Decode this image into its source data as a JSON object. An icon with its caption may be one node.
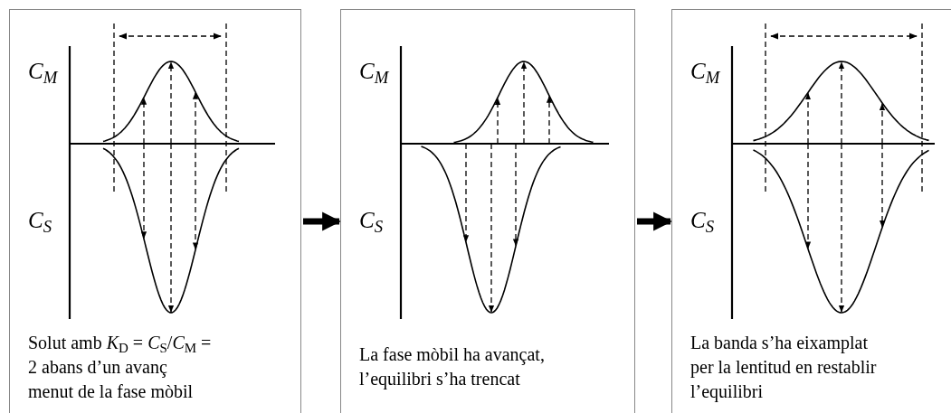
{
  "diagram": {
    "nodes": [
      {
        "text": [
          "C$_{M}$",
          "C$_{S}$",
          "Solut amb *K*$_{D}$ = *C*$_{S}$/*C*$_{M}$ = 2 abans d’un avanç menut de la fase mòbil"
        ]
      },
      {
        "text": [
          "C$_{M}$",
          "C$_{S}$",
          "La fase mòbil ha avançat, l’equilibri s’ha trencat"
        ]
      },
      {
        "text": [
          "C$_{M}$",
          "C$_{S}$",
          "La banda s’ha eixamplat per la lentitud en restablir l’equilibri"
        ]
      }
    ],
    "edges": [
      {
        "from": 0,
        "to": 1,
        "arrow": "to"
      },
      {
        "from": 1,
        "to": 2,
        "arrow": "to"
      }
    ]
  }
}
